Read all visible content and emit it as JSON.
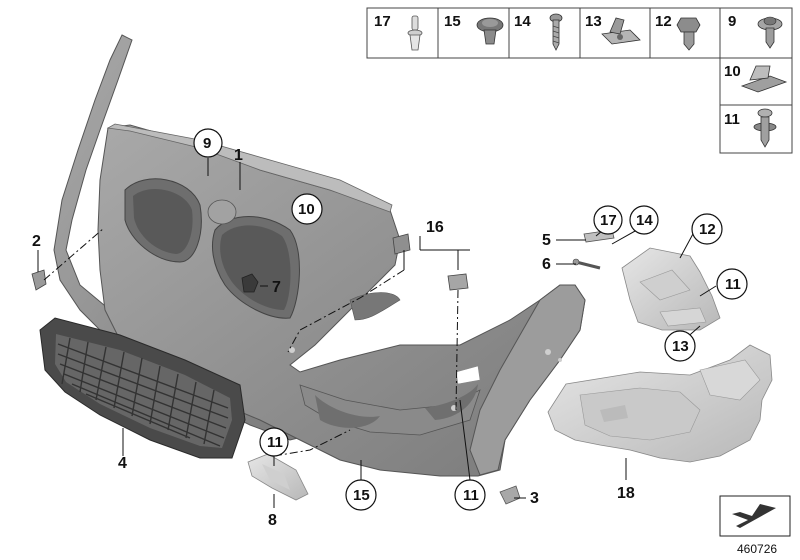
{
  "diagram": {
    "image_code": "460726",
    "callouts": {
      "c1": "1",
      "c2": "2",
      "c3": "3",
      "c4": "4",
      "c5": "5",
      "c6": "6",
      "c7": "7",
      "c8": "8",
      "c9": "9",
      "c10": "10",
      "c11a": "11",
      "c11b": "11",
      "c11c": "11",
      "c12": "12",
      "c13": "13",
      "c14": "14",
      "c15": "15",
      "c16": "16",
      "c17": "17",
      "c18": "18"
    },
    "fastener_table": {
      "top_row": [
        "17",
        "15",
        "14",
        "13",
        "12",
        "9"
      ],
      "side_rows": [
        "10",
        "11"
      ]
    }
  }
}
